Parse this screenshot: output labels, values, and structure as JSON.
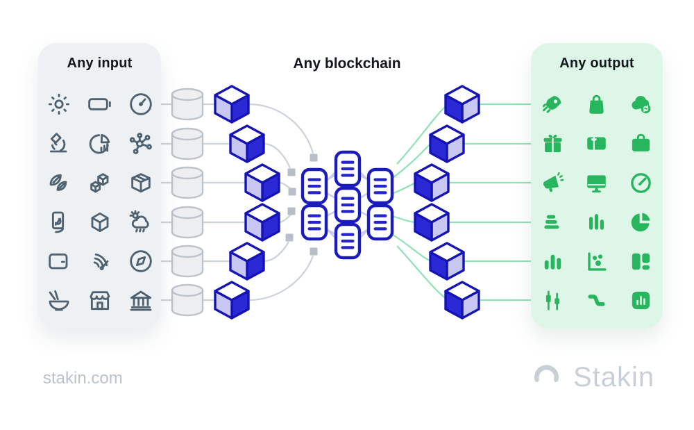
{
  "titles": {
    "input": "Any input",
    "blockchain": "Any blockchain",
    "output": "Any output"
  },
  "footer": {
    "site": "stakin.com",
    "brand": "Stakin"
  },
  "input_panel": {
    "title": "Any input",
    "icon_rows": [
      [
        "sun",
        "battery",
        "gauge"
      ],
      [
        "microscope",
        "pie-analytics",
        "molecule"
      ],
      [
        "leaves",
        "blocks",
        "package"
      ],
      [
        "mobile-payment",
        "cube",
        "weather"
      ],
      [
        "wallet",
        "signal-meter",
        "compass"
      ],
      [
        "food-bowl",
        "storefront",
        "bank"
      ]
    ]
  },
  "output_panel": {
    "title": "Any output",
    "icon_rows": [
      [
        "rocket",
        "shopping-bag",
        "cloud-sync"
      ],
      [
        "gift",
        "gift-card",
        "briefcase"
      ],
      [
        "megaphone",
        "monitor",
        "speedometer"
      ],
      [
        "stacked-rows",
        "bar-chart",
        "pie-chart"
      ],
      [
        "column-chart",
        "scatter-plot",
        "dashboard-layout"
      ],
      [
        "candlestick-chart",
        "step-chart",
        "chart-card"
      ]
    ]
  },
  "diagram": {
    "input_streams": 6,
    "output_streams": 6,
    "ledger_nodes": 7,
    "connector_squares": 6
  },
  "colors": {
    "background": "#ffffff",
    "input_panel_bg": "#eef1f3",
    "output_panel_bg": "#def6e7",
    "input_icon": "#4e6170",
    "output_icon": "#27b55e",
    "title_text": "#14181e",
    "gray_line": "#ccd2d9",
    "gray_square": "#b7bec8",
    "cylinder_fill": "#edeff1",
    "cylinder_stroke": "#bcc3ca",
    "cube_outline": "#1414b4",
    "cube_bright": "#2b28d5",
    "cube_light": "#c7c7f2",
    "cube_top": "#ffffff",
    "node_outline": "#1b1bbd",
    "node_bar": "#2424c8",
    "mesh_line": "#c9c9f0",
    "green_line": "#8fe2b3",
    "footer_text": "#b9c3cd",
    "brand_text": "#c9cfd7"
  }
}
